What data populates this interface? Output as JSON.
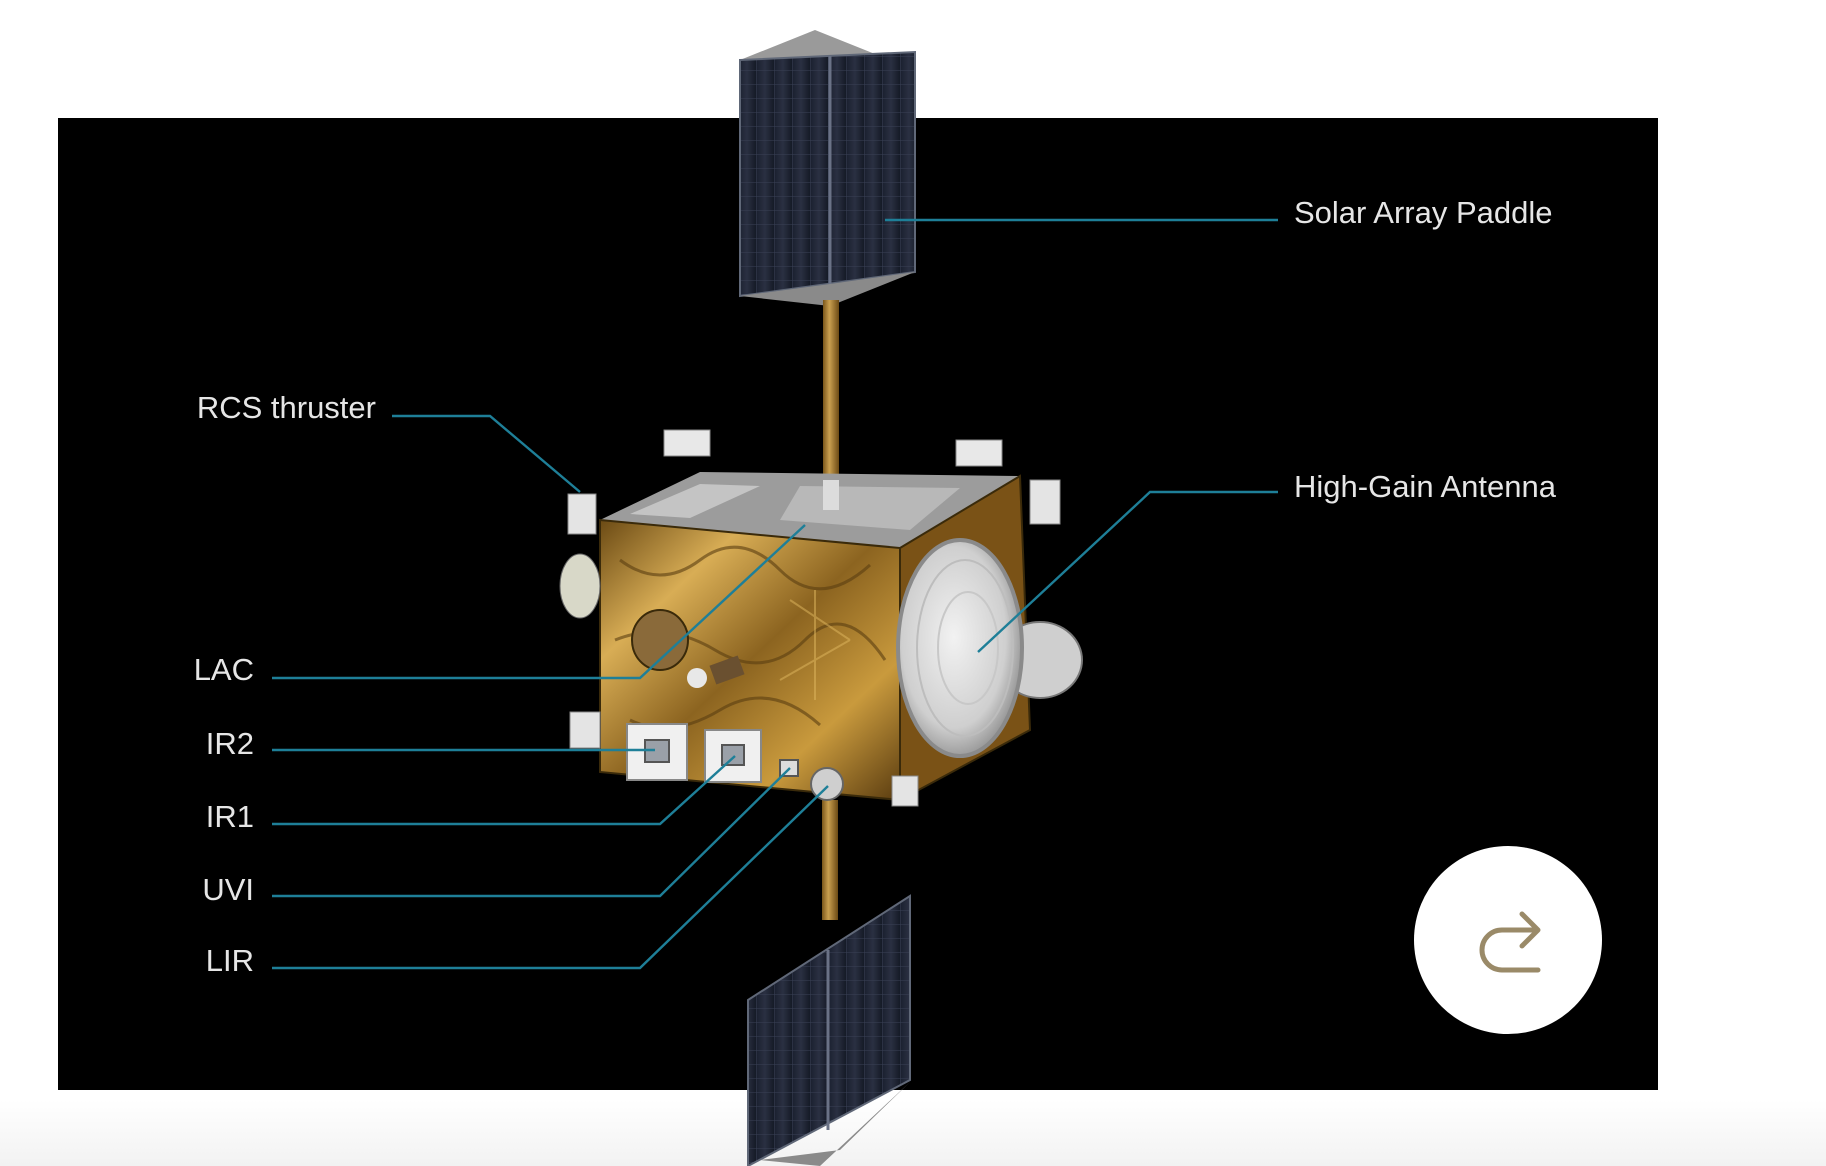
{
  "diagram": {
    "labels": {
      "solar_array_paddle": "Solar Array Paddle",
      "rcs_thruster": "RCS thruster",
      "high_gain_antenna": "High-Gain Antenna",
      "lac": "LAC",
      "ir2": "IR2",
      "ir1": "IR1",
      "uvi": "UVI",
      "lir": "LIR"
    }
  },
  "controls": {
    "rotate_icon": "redo-arrow-icon"
  },
  "colors": {
    "background_panel": "#000000",
    "leader_line": "#1e7f98",
    "label_text": "#e6e6e6",
    "button_icon": "#9a8a68",
    "gold_foil": "#b8892c"
  }
}
